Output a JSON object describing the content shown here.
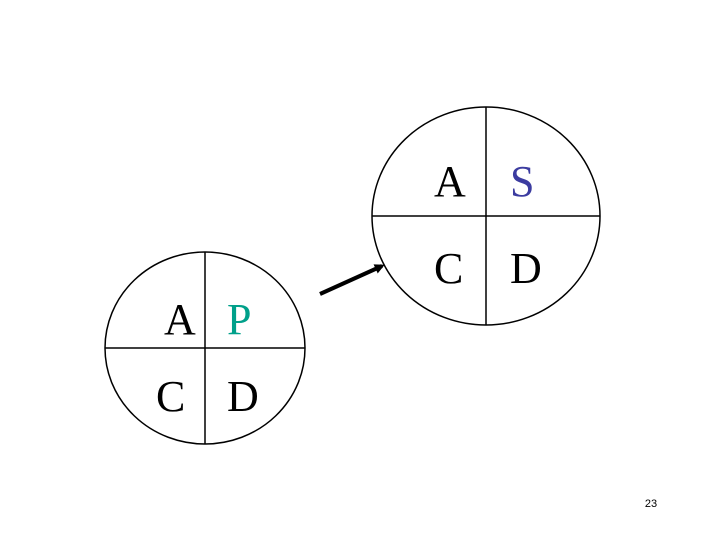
{
  "colors": {
    "outline": "#000000",
    "letter_default": "#000000",
    "letter_p": "#00a08a",
    "letter_s": "#3c3ca0"
  },
  "cycle_left": {
    "top_left": "A",
    "top_right": "P",
    "bottom_left": "C",
    "bottom_right": "D"
  },
  "cycle_right": {
    "top_left": "A",
    "top_right": "S",
    "bottom_left": "C",
    "bottom_right": "D"
  },
  "page_number": "23"
}
